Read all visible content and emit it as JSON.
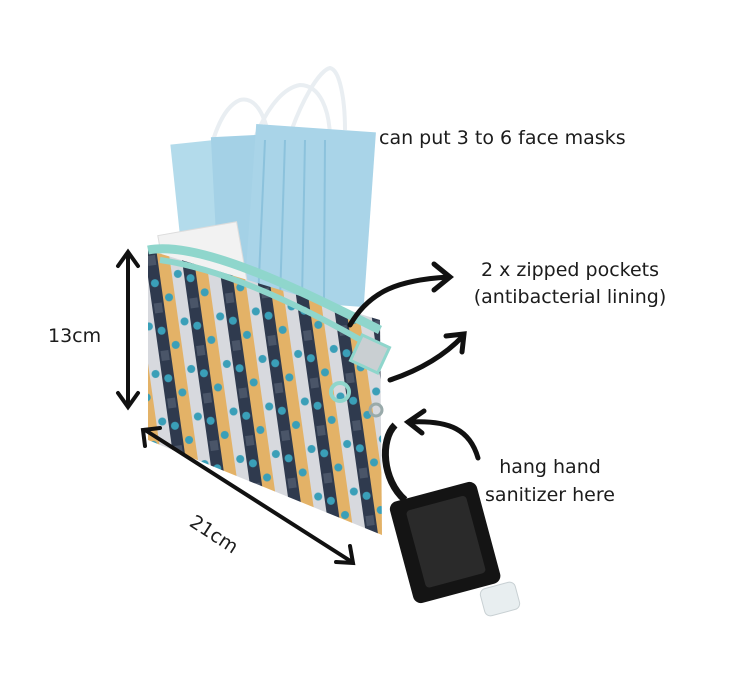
{
  "annotations": {
    "masks": "can put 3 to 6 face masks",
    "pockets_line1": "2 x zipped pockets",
    "pockets_line2": "(antibacterial lining)",
    "height": "13cm",
    "width": "21cm",
    "sanitizer_line1": "hang hand",
    "sanitizer_line2": "sanitizer here"
  },
  "colors": {
    "background": "#ffffff",
    "mask_blue": "#a9d4e8",
    "zipper_mint": "#8fd6cc",
    "pouch_navy": "#2f3a4e",
    "cat_orange": "#e3b267",
    "cat_grey": "#b9bcc3",
    "cat_mask_teal": "#3a9fb8",
    "sanitizer_black": "#141414",
    "arrow_black": "#111111"
  }
}
